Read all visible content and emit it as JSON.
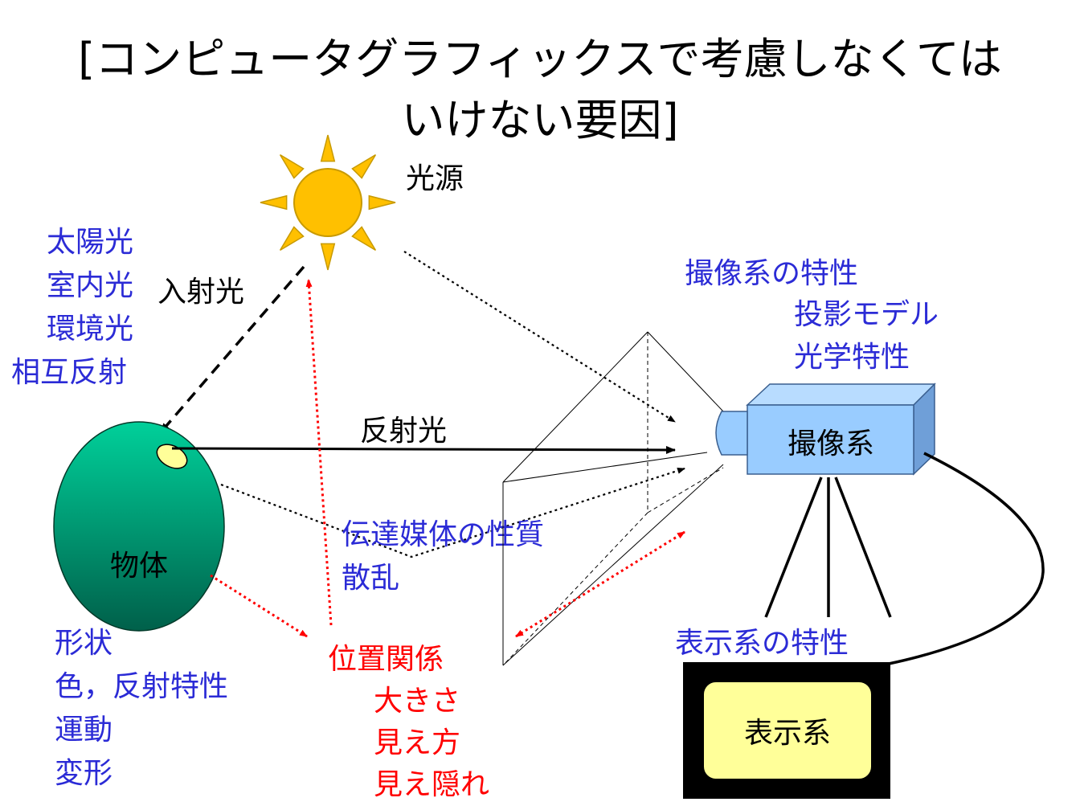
{
  "title": {
    "line1": "[コンピュータグラフィックスで考慮しなくては",
    "line2": "いけない要因]"
  },
  "light_source": {
    "label": "光源",
    "types": [
      "太陽光",
      "室内光",
      "環境光",
      "相互反射"
    ]
  },
  "incident_light_label": "入射光",
  "reflected_light_label": "反射光",
  "object": {
    "label": "物体",
    "properties": [
      "形状",
      "色，反射特性",
      "運動",
      "変形"
    ]
  },
  "position": {
    "header": "位置関係",
    "items": [
      "大きさ",
      "見え方",
      "見え隠れ"
    ]
  },
  "medium": {
    "lines": [
      "伝達媒体の性質",
      "散乱"
    ]
  },
  "camera": {
    "label": "撮像系",
    "properties_header": "撮像系の特性",
    "properties": [
      "投影モデル",
      "光学特性"
    ]
  },
  "display": {
    "label": "表示系",
    "properties_header": "表示系の特性"
  },
  "colors": {
    "sun_fill": "#ffc000",
    "sun_stroke": "#c89a00",
    "object_top": "#00d09a",
    "object_bottom": "#00604a",
    "highlight": "#ffff99",
    "camera_front": "#99ccff",
    "camera_top": "#b8dcff",
    "camera_side": "#6f9fd8",
    "display_frame": "#000000",
    "display_screen": "#ffff99",
    "blue_text": "#2b2bd6",
    "red_text": "#ff0000"
  }
}
